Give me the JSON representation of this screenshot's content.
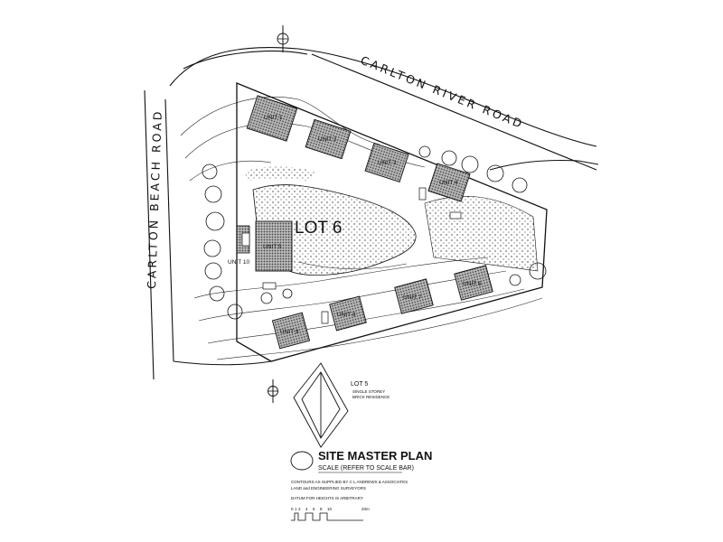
{
  "roads": {
    "north": "CARLTON RIVER ROAD",
    "west": "CARLTON BEACH ROAD"
  },
  "lots": {
    "main": "LOT 6",
    "south_lot": "LOT 5",
    "south_lot_line1": "SINGLE STOREY",
    "south_lot_line2": "BRICK RESIDENCE"
  },
  "legend": {
    "title": "SITE MASTER PLAN",
    "scale": "SCALE (REFER TO SCALE BAR)",
    "note1": "CONTOURS AS SUPPLIED BY C L ANDREWS & ASSOCIATES",
    "note2": "LAND and ENGINEERING SURVEYORS",
    "note3": "DATUM FOR HEIGHTS IS ARBITRARY"
  },
  "scale_bar": {
    "ticks": [
      "0",
      "1",
      "2",
      "4",
      "6",
      "8",
      "10",
      "20m"
    ]
  },
  "unit_labels": [
    "UNIT 1",
    "UNIT 2",
    "UNIT 3",
    "UNIT 4",
    "UNIT 5",
    "UNIT 6",
    "UNIT 7",
    "UNIT 8",
    "UNIT 9",
    "UNIT 10"
  ]
}
